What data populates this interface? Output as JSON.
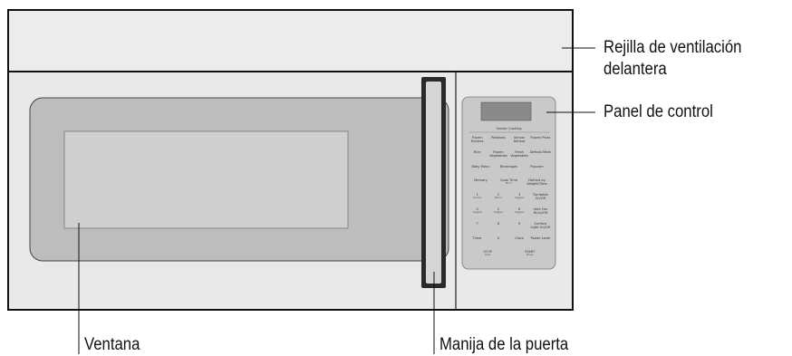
{
  "labels": {
    "vent_grille_line1": "Rejilla de ventilación",
    "vent_grille_line2": "delantera",
    "control_panel": "Panel de control",
    "window": "Ventana",
    "door_handle": "Manija de la puerta"
  },
  "control_panel": {
    "header": "Sensor Cooking",
    "rows": [
      [
        {
          "t": "Frozen Entrees"
        },
        {
          "t": "Potatoes"
        },
        {
          "t": "Sensor Reheat"
        },
        {
          "t": "Frozen Pizza"
        }
      ],
      [
        {
          "t": "Rice"
        },
        {
          "t": "Frozen Vegetables"
        },
        {
          "t": "Fresh Vegetables"
        },
        {
          "t": "Defrost Meat"
        }
      ],
      [
        {
          "t": "Baby Menu"
        },
        {
          "t": "Beverages"
        },
        {
          "t": "Popcorn"
        }
      ],
      [
        {
          "t": "Memory"
        },
        {
          "t": "Cook Time",
          "s": "Micro"
        },
        {
          "t": "Defrost by Weight/Time"
        }
      ],
      [
        {
          "t": "1",
          "s": "Snacks"
        },
        {
          "t": "2",
          "s": "Bacon"
        },
        {
          "t": "3",
          "s": "Veggies"
        },
        {
          "t": "Turntable On/Off"
        }
      ],
      [
        {
          "t": "4",
          "s": "Veggies"
        },
        {
          "t": "5",
          "s": "Veggies"
        },
        {
          "t": "6",
          "s": "Veggies"
        },
        {
          "t": "Vent Fan Hi/Lo/Off"
        }
      ],
      [
        {
          "t": "7"
        },
        {
          "t": "8"
        },
        {
          "t": "9"
        },
        {
          "t": "Surface Light On/Off"
        }
      ],
      [
        {
          "t": "Timer"
        },
        {
          "t": "0"
        },
        {
          "t": "Clock"
        },
        {
          "t": "Power Level"
        }
      ],
      [
        {
          "t": "STOP",
          "s": "Clear"
        },
        {
          "t": "START",
          "s": "Pause"
        }
      ]
    ]
  }
}
